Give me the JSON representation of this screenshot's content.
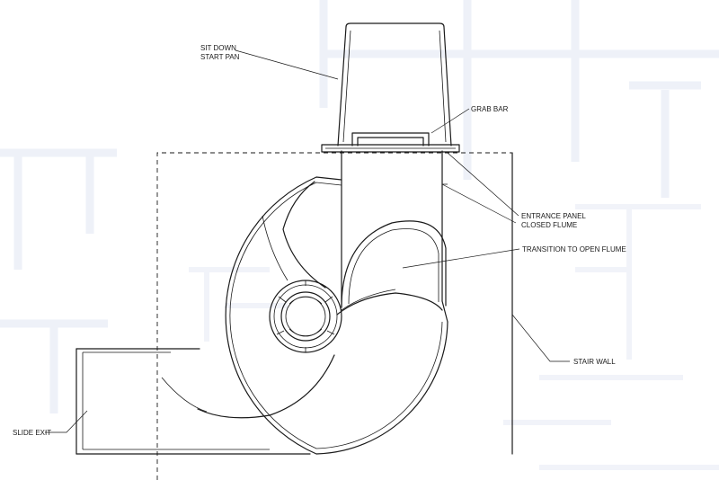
{
  "labels": {
    "sit_down_start_pan_1": "SIT DOWN",
    "sit_down_start_pan_2": "START PAN",
    "grab_bar": "GRAB BAR",
    "entrance_panel": "ENTRANCE PANEL",
    "closed_flume": "CLOSED FLUME",
    "transition_to_open_flume": "TRANSITION TO OPEN FLUME",
    "stair_wall": "STAIR WALL",
    "slide_exit": "SLIDE EXIT"
  }
}
